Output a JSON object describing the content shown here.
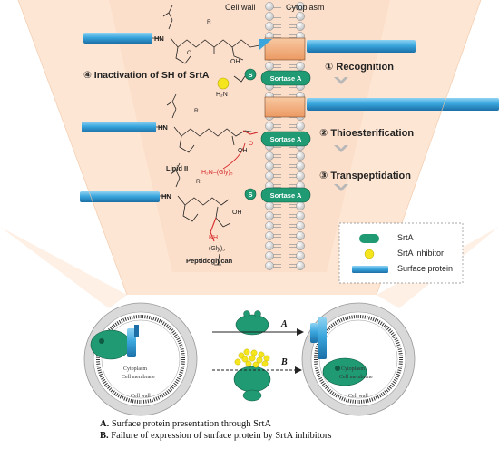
{
  "header": {
    "cell_wall": "Cell wall",
    "cytoplasm": "Cytoplasm"
  },
  "steps": {
    "recognition": "① Recognition",
    "thioesterification": "② Thioesterification",
    "transpeptidation": "③ Transpeptidation",
    "inactivation": "④ Inactivation of SH of SrtA"
  },
  "enzyme_label": "Sortase A",
  "thiol_label": "S",
  "chem": {
    "lipid": "Lipid II",
    "peptidoglycan": "Peptidoglycan",
    "gly": "(Gly)₅",
    "h2n_gly": "H₂N–(Gly)₅",
    "oh": "OH",
    "hn": "HN",
    "r": "R",
    "o": "O",
    "h2n": "H₂N",
    "nh": "NH"
  },
  "legend": {
    "srta": "SrtA",
    "inhibitor": "SrtA inhibitor",
    "surface": "Surface protein"
  },
  "cells": {
    "cytoplasm": "Cytoplasm",
    "membrane": "Cell membrane",
    "wall": "Cell wall"
  },
  "pathways": {
    "a_letter": "A",
    "b_letter": "B"
  },
  "caption": {
    "a_prefix": "A.",
    "a_text": " Surface protein presentation through SrtA",
    "b_prefix": "B.",
    "b_text": " Failure of expression of surface protein by SrtA inhibitors"
  },
  "colors": {
    "fan": "#fbe0cc",
    "protein_blue": "#3aa6dd",
    "enzyme_green": "#1f9a72",
    "inhibitor_yellow": "#f4e51c",
    "channel_orange": "#f4b183",
    "red_bond": "#d62b2b"
  }
}
